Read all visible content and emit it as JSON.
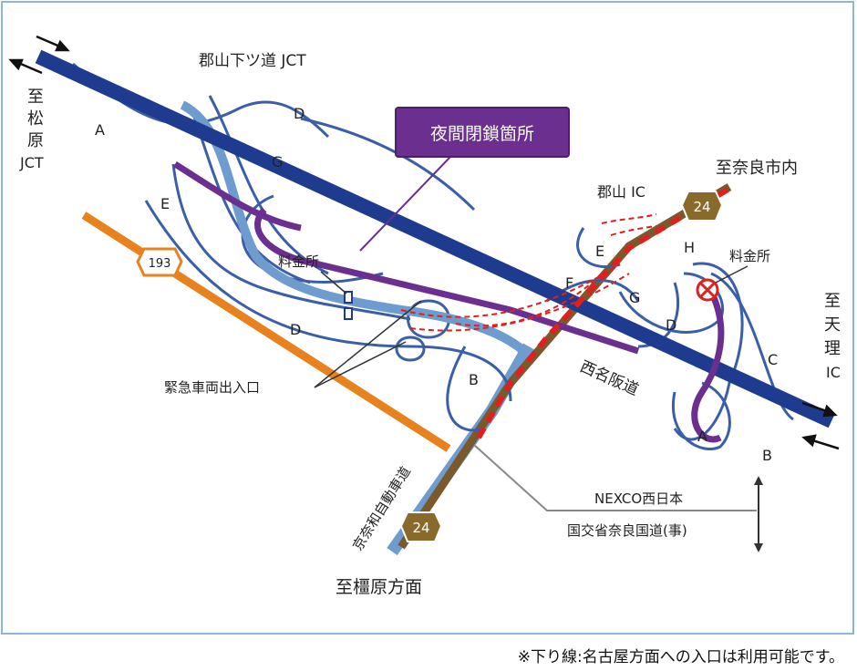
{
  "callout": {
    "text": "夜間閉鎖箇所"
  },
  "footnote": "※下り線:名古屋方面への入口は利用可能です。",
  "labels": {
    "jct_top": "郡山下ツ道 JCT",
    "to_matsubara": "至松原JCT",
    "to_nara": "至奈良市内",
    "koriyama_ic": "郡山 IC",
    "toll_left": "料金所",
    "toll_right": "料金所",
    "to_tenri": "至天理IC",
    "emergency": "緊急車両出入口",
    "nishimeihan": "西名阪道",
    "keinawa": "京奈和自動車道",
    "to_kashihara": "至橿原方面",
    "nexco": "NEXCO西日本",
    "mlit": "国交省奈良国道(事)",
    "ramp_A_left": "A",
    "ramp_D_top": "D",
    "ramp_G_left": "G",
    "ramp_E_left": "E",
    "ramp_D_left": "D",
    "ramp_B_left": "B",
    "ramp_E_right": "E",
    "ramp_H_right": "H",
    "ramp_F_right": "F",
    "ramp_G_right": "G",
    "ramp_D_right": "D",
    "ramp_C_right": "C",
    "ramp_A_right": "A",
    "ramp_B_right": "B"
  },
  "route_shields": {
    "r24_top": "24",
    "r24_bottom": "24",
    "r193": "193"
  },
  "colors": {
    "expressway": "#1f3b8f",
    "ramp_blue": "#3a5fa8",
    "keinawa_light": "#6e9ccf",
    "route_orange": "#e8821e",
    "route_brown": "#7a5a2c",
    "closure_red": "#e0201e",
    "closure_purple": "#6b2f8f",
    "shield_brown": "#8a6a2a"
  },
  "icons": {
    "closed_toll": "circle-x-icon",
    "arrows": "direction-arrow-icon"
  }
}
